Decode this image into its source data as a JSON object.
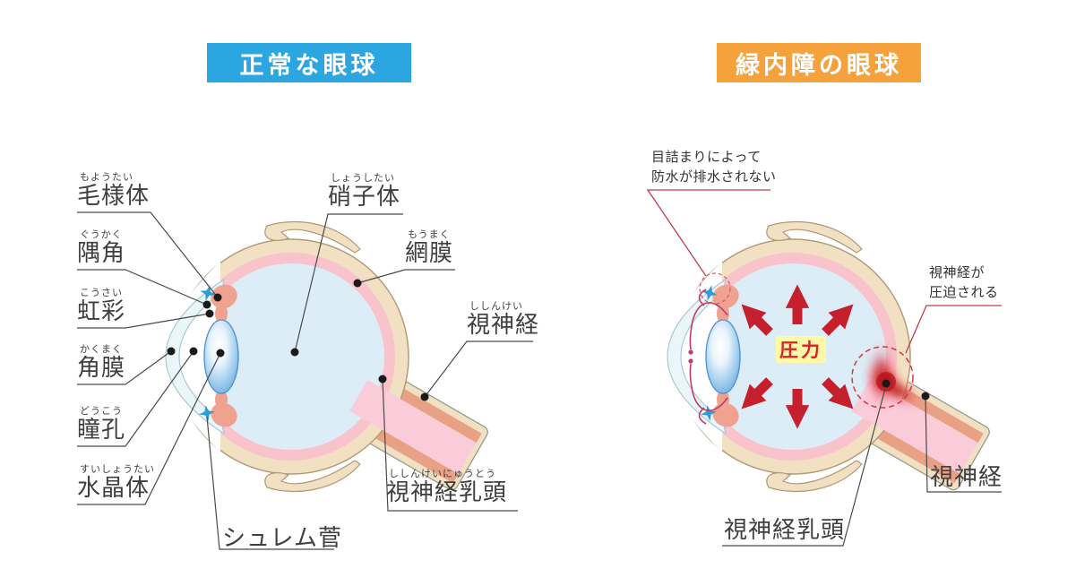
{
  "left": {
    "title": "正常な眼球",
    "labels": [
      {
        "ruby": "もようたい",
        "text": "毛様体"
      },
      {
        "ruby": "ぐうかく",
        "text": "隅角"
      },
      {
        "ruby": "こうさい",
        "text": "虹彩"
      },
      {
        "ruby": "かくまく",
        "text": "角膜"
      },
      {
        "ruby": "どうこう",
        "text": "瞳孔"
      },
      {
        "ruby": "すいしょうたい",
        "text": "水晶体"
      },
      {
        "ruby": "しょうしたい",
        "text": "硝子体"
      },
      {
        "ruby": "もうまく",
        "text": "網膜"
      },
      {
        "ruby": "ししんけい",
        "text": "視神経"
      },
      {
        "ruby": "ししんけいにゅうとう",
        "text": "視神経乳頭"
      },
      {
        "text": "シュレム菅"
      }
    ]
  },
  "right": {
    "title": "緑内障の眼球",
    "annotations": {
      "clog_line1": "目詰まりによって",
      "clog_line2": "防水が排水されない",
      "compress_line1": "視神経が",
      "compress_line2": "圧迫される",
      "pressure": "圧力",
      "optic_disc": "視神経乳頭",
      "optic_nerve": "視神経"
    }
  },
  "colors": {
    "left_title_bg": "#2CA6E0",
    "right_title_bg": "#F5A23C",
    "pressure_text": "#D6232A",
    "pressure_bg": "#FFF8A6",
    "arrow_red": "#C5202C",
    "red_leader": "#C23A4C",
    "sclera_beige": "#F2E0C2",
    "retina_pink": "#F8C3CB",
    "vitreous_blue": "#DCEDF8",
    "lens_blue": "#5E9FD8",
    "ciliary_salmon": "#EFA28F",
    "star_blue": "#2E9CD6",
    "label_text": "#3F3F3F"
  }
}
